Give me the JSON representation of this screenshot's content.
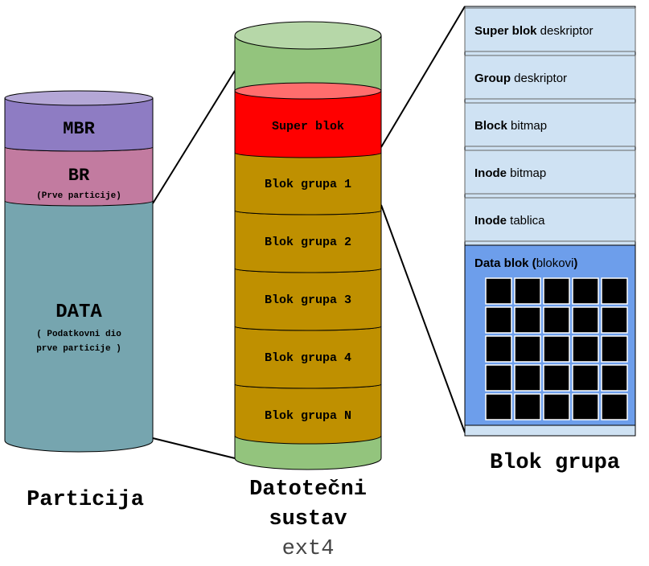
{
  "partition": {
    "caption": "Particija",
    "mbr_label": "MBR",
    "br_label": "BR",
    "br_sub": "(Prve particije)",
    "data_label": "DATA",
    "data_sub_line1": "( Podatkovni dio",
    "data_sub_line2": "prve particije )"
  },
  "filesystem": {
    "caption_line1": "Datotečni",
    "caption_line2": "sustav",
    "caption_line3": "ext4",
    "super_block_label": "Super blok",
    "groups": [
      "Blok grupa 1",
      "Blok grupa 2",
      "Blok grupa 3",
      "Blok grupa 4",
      "Blok grupa N"
    ]
  },
  "block_group": {
    "caption": "Blok grupa",
    "rows": [
      {
        "bold": "Super blok",
        "rest": " deskriptor"
      },
      {
        "bold": "Group",
        "rest": " deskriptor"
      },
      {
        "bold": "Block",
        "rest": " bitmap"
      },
      {
        "bold": "Inode",
        "rest": " bitmap"
      },
      {
        "bold": "Inode",
        "rest": " tablica"
      }
    ],
    "data_block_bold": "Data blok (",
    "data_block_rest": "blokovi",
    "data_block_close": ")"
  },
  "colors": {
    "mbr": "#8e7cc3",
    "br": "#c27ba0",
    "data": "#76a5af",
    "fs_body": "#93c47d",
    "super_block": "#ff0000",
    "group": "#bf9000",
    "panel": "#cfe2f3",
    "data_block": "#6d9eeb"
  }
}
